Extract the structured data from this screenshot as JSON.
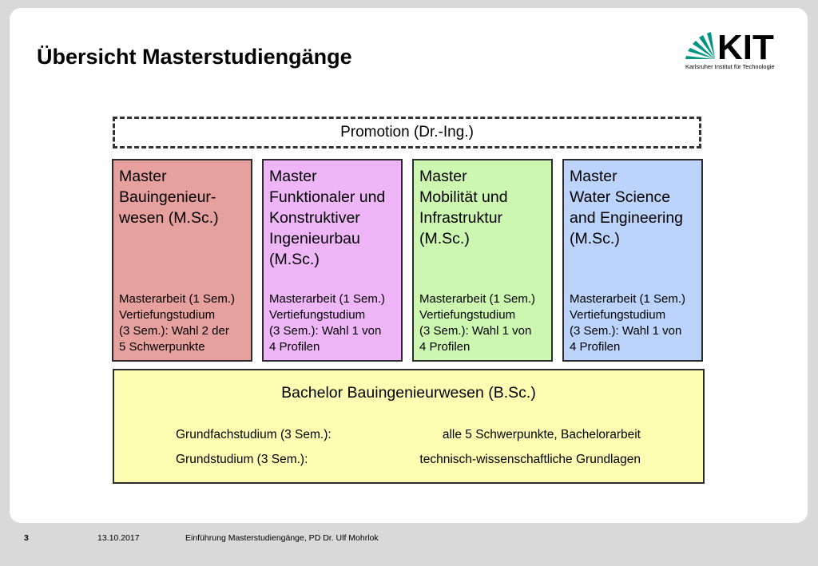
{
  "slide": {
    "title": "Übersicht Masterstudiengänge",
    "logo": {
      "text": "KIT",
      "subtitle": "Karlsruher Institut für Technologie",
      "color": "#009682"
    }
  },
  "diagram": {
    "promotion": "Promotion (Dr.-Ing.)",
    "masters": [
      {
        "title": "Master\nBauingenieur-\nwesen (M.Sc.)",
        "details": "Masterarbeit (1 Sem.)\nVertiefungstudium\n(3 Sem.):  Wahl 2 der\n     5 Schwerpunkte",
        "color": "#e6a09e"
      },
      {
        "title": "Master\nFunktionaler und\nKonstruktiver\nIngenieurbau\n(M.Sc.)",
        "details": "Masterarbeit (1 Sem.)\nVertiefungstudium\n(3 Sem.):  Wahl 1 von\n     4 Profilen",
        "color": "#eeb5f7"
      },
      {
        "title": "Master\nMobilität und\nInfrastruktur\n(M.Sc.)",
        "details": "Masterarbeit (1 Sem.)\nVertiefungstudium\n(3 Sem.):  Wahl 1 von\n     4 Profilen",
        "color": "#cdf7b0"
      },
      {
        "title": "Master\nWater Science\nand Engineering\n(M.Sc.)",
        "details": "Masterarbeit (1 Sem.)\nVertiefungstudium\n(3 Sem.):  Wahl 1 von\n     4 Profilen",
        "color": "#bcd4fb"
      }
    ],
    "bachelor": {
      "title": "Bachelor Bauingenieurwesen (B.Sc.)",
      "rows": [
        {
          "label": "Grundfachstudium (3 Sem.):",
          "value": "alle 5 Schwerpunkte, Bachelorarbeit"
        },
        {
          "label": "Grundstudium (3 Sem.):",
          "value": "technisch-wissenschaftliche Grundlagen"
        }
      ],
      "color": "#fefeb3"
    }
  },
  "footer": {
    "page": "3",
    "date": "13.10.2017",
    "text": "Einführung Masterstudiengänge,  PD Dr. Ulf Mohrlok"
  }
}
